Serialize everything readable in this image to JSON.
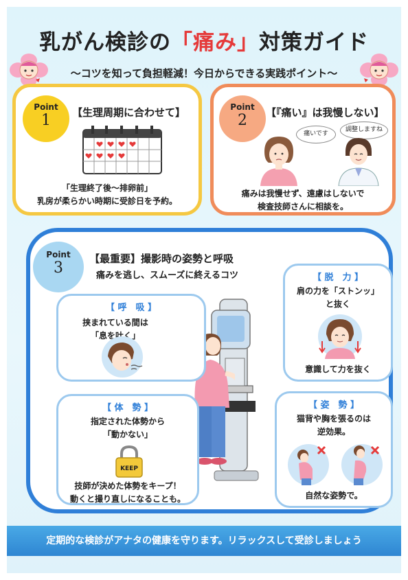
{
  "header": {
    "title_before": "乳がん検診の",
    "title_highlight": "「痛み」",
    "title_after": "対策ガイド",
    "subtitle": "～コツを知って負担軽減！今日からできる実践ポイント～"
  },
  "point1": {
    "badge_label": "Point",
    "badge_number": "1",
    "heading": "【生理周期に合わせて】",
    "line1": "「生理終了後～排卵前」",
    "line2": "乳房が柔らかい時期に受診日を予約。"
  },
  "point2": {
    "badge_label": "Point",
    "badge_number": "2",
    "heading": "【『痛い』は我慢しない】",
    "speech_patient": "痛いです",
    "speech_tech": "調整しますね",
    "line1": "痛みは我慢せず、遠慮はしないで",
    "line2": "検査技師さんに相談を。"
  },
  "point3": {
    "badge_label": "Point",
    "badge_number": "3",
    "heading": "【最重要】撮影時の姿勢と呼吸",
    "subheading": "痛みを逃し、スムーズに終えるコツ",
    "breath": {
      "heading": "【 呼　吸 】",
      "line1": "挟まれている間は",
      "line2": "「息を吐く」"
    },
    "relax": {
      "heading": "【 脱　力 】",
      "line1": "肩の力を「ストンッ」",
      "line2": "と抜く",
      "line3": "意識して力を抜く"
    },
    "posture": {
      "heading": "【 体　勢 】",
      "line1": "指定された体勢から",
      "line2": "「動かない」",
      "keep_label": "KEEP",
      "line3": "技師が決めた体勢をキープ！",
      "line4": "動くと撮り直しになることも。"
    },
    "pose": {
      "heading": "【 姿　勢 】",
      "line1": "猫背や胸を張るのは",
      "line2": "逆効果。",
      "line3": "自然な姿勢で。"
    }
  },
  "footer": {
    "text": "定期的な検診がアナタの健康を守ります。リラックスして受診しましょう"
  },
  "colors": {
    "accent_red": "#e53a3a",
    "point1_border": "#f5c842",
    "point2_border": "#f08c5a",
    "point3_border": "#2f7fd8",
    "footer_blue": "#2f86d2"
  },
  "icons": [
    "mascot-icon",
    "calendar-icon",
    "patient-icon",
    "technician-icon",
    "breathing-face-icon",
    "relaxed-face-icon",
    "keep-lock-icon",
    "hunched-pose-icon",
    "chest-out-pose-icon",
    "mammography-machine-icon"
  ]
}
